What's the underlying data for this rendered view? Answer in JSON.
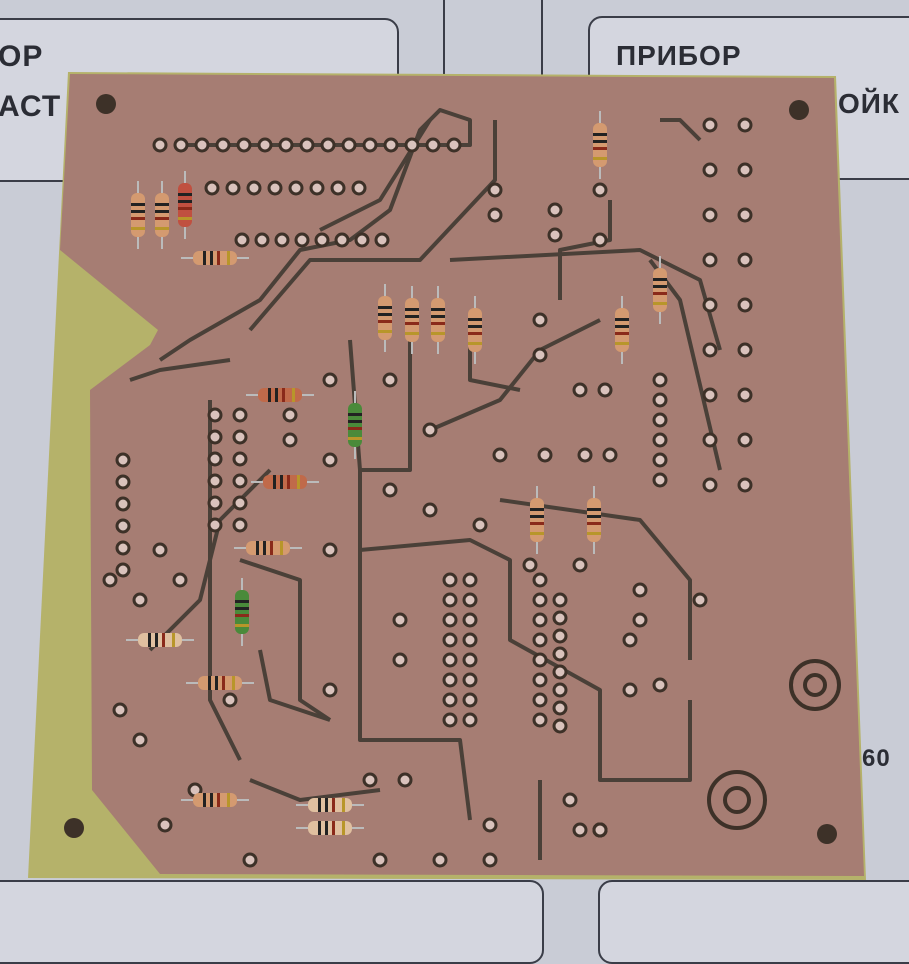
{
  "background_labels": {
    "top_left": "ОР",
    "left": "АСТ",
    "top_right": "ПРИБОР",
    "right": "ОЙК",
    "bottom_right": "60"
  },
  "colors": {
    "board": "#a67d73",
    "substrate": "#b5b26a",
    "copper": "#4a4038",
    "background": "#c9ccd6"
  }
}
